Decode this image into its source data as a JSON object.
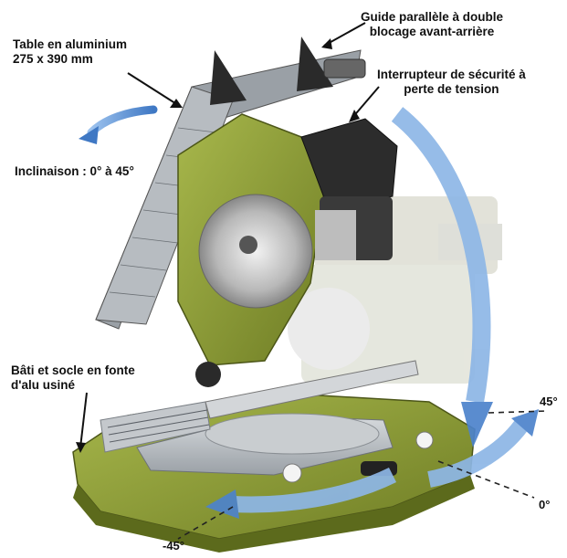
{
  "labels": {
    "guide": [
      "Guide parallèle à double",
      "blocage avant-arrière"
    ],
    "table": [
      "Table en aluminium",
      "275 x 390 mm"
    ],
    "switch": [
      "Interrupteur de sécurité à",
      "perte de tension"
    ],
    "tilt": "Inclinaison : 0° à 45°",
    "base": [
      "Bâti et socle en fonte",
      "d'alu usiné"
    ],
    "angle_pos45": "45°",
    "angle_zero": "0°",
    "angle_neg45": "-45°"
  },
  "colors": {
    "machine_green": "#8a9a3a",
    "arrow_blue": "#5b8fd0",
    "aluminium": "#b9bec2"
  }
}
